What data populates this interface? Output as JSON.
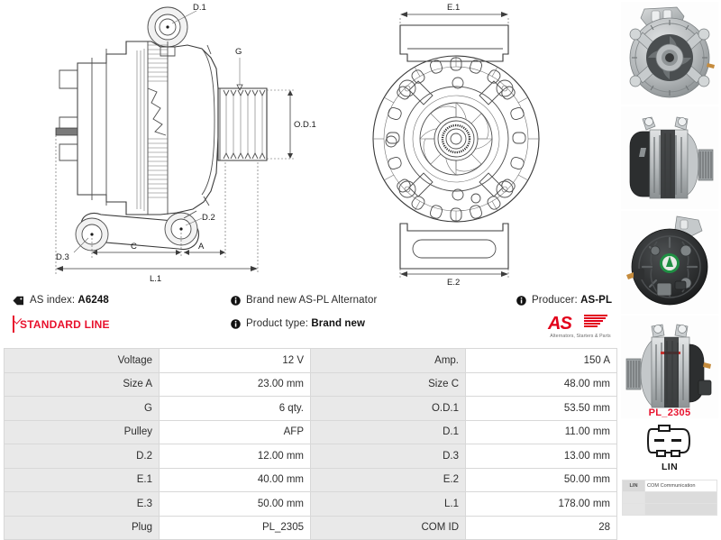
{
  "drawing": {
    "side_labels": [
      "D.1",
      "G",
      "O.D.1",
      "D.2",
      "D.3",
      "C",
      "A",
      "L.1"
    ],
    "front_labels": [
      "E.1",
      "E.2"
    ],
    "label_d1": "D.1",
    "label_g": "G",
    "label_od1": "O.D.1",
    "label_d2": "D.2",
    "label_d3": "D.3",
    "label_c": "C",
    "label_a": "A",
    "label_l1": "L.1",
    "label_e1": "E.1",
    "label_e2": "E.2"
  },
  "info": {
    "as_index_label": "AS index:",
    "as_index_value": "A6248",
    "standard_line": "STANDARD LINE",
    "brand_new_line": "Brand new AS-PL Alternator",
    "product_type_label": "Product type:",
    "product_type_value": "Brand new",
    "producer_label": "Producer:",
    "producer_value": "AS-PL",
    "logo_text": "AS",
    "logo_subtitle": "Alternators, Starters & Parts"
  },
  "spec_table": {
    "rows": [
      {
        "l1": "Voltage",
        "v1": "12 V",
        "l2": "Amp.",
        "v2": "150 A"
      },
      {
        "l1": "Size A",
        "v1": "23.00 mm",
        "l2": "Size C",
        "v2": "48.00 mm"
      },
      {
        "l1": "G",
        "v1": "6 qty.",
        "l2": "O.D.1",
        "v2": "53.50 mm"
      },
      {
        "l1": "Pulley",
        "v1": "AFP",
        "l2": "D.1",
        "v2": "11.00 mm"
      },
      {
        "l1": "D.2",
        "v1": "12.00 mm",
        "l2": "D.3",
        "v2": "13.00 mm"
      },
      {
        "l1": "E.1",
        "v1": "40.00 mm",
        "l2": "E.2",
        "v2": "50.00 mm"
      },
      {
        "l1": "E.3",
        "v1": "50.00 mm",
        "l2": "L.1",
        "v2": "178.00 mm"
      },
      {
        "l1": "Plug",
        "v1": "PL_2305",
        "l2": "COM ID",
        "v2": "28"
      }
    ]
  },
  "rail": {
    "photos": [
      "alternator-front-view",
      "alternator-side-view",
      "alternator-rear-view",
      "alternator-pulley-side-view"
    ],
    "plug_code": "PL_2305",
    "plug_type": "LIN",
    "mini_table": [
      {
        "key": "LIN",
        "value": "COM Communication"
      },
      {
        "key": "",
        "value": ""
      },
      {
        "key": "",
        "value": ""
      }
    ]
  },
  "colors": {
    "accent_red": "#e8112d",
    "logo_red": "#e2001a",
    "label_bg": "#e9e9e9",
    "border": "#d8d8d8"
  }
}
